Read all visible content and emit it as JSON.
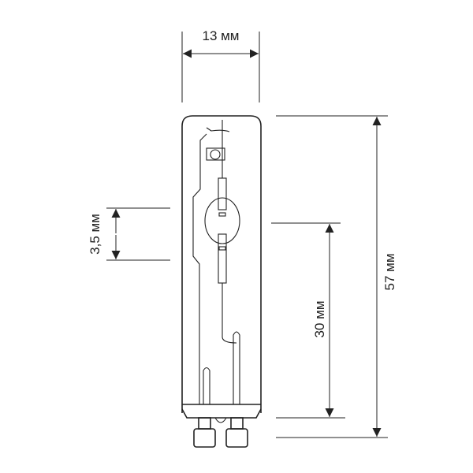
{
  "dimensions": {
    "width": "13 мм",
    "height": "57 мм",
    "arc_height": "30 мм",
    "arc_length": "3,5 мм"
  },
  "colors": {
    "line": "#222222",
    "background": "#ffffff"
  }
}
